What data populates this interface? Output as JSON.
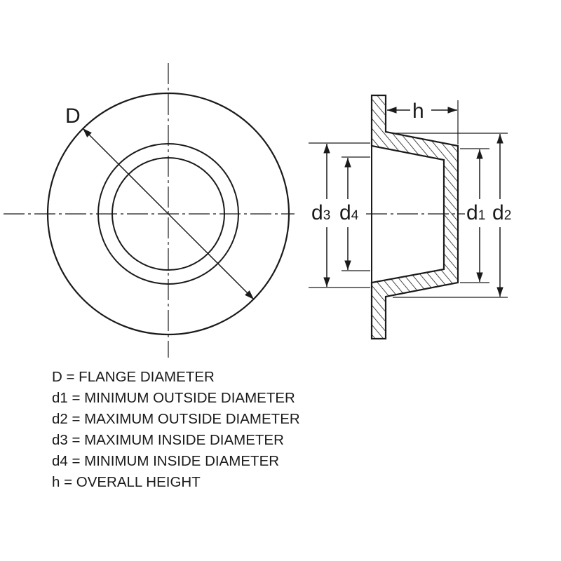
{
  "diagram": {
    "labels": {
      "D": "D",
      "h": "h",
      "d3_main": "d",
      "d3_sub": "3",
      "d4_main": "d",
      "d4_sub": "4",
      "d1_main": "d",
      "d1_sub": "1",
      "d2_main": "d",
      "d2_sub": "2"
    },
    "colors": {
      "line": "#1a1a1a",
      "background": "#ffffff"
    }
  },
  "legend": [
    {
      "text": "D = FLANGE DIAMETER"
    },
    {
      "text": "d1 = MINIMUM OUTSIDE DIAMETER"
    },
    {
      "text": "d2 = MAXIMUM OUTSIDE DIAMETER"
    },
    {
      "text": "d3 = MAXIMUM INSIDE DIAMETER"
    },
    {
      "text": "d4 = MINIMUM INSIDE DIAMETER"
    },
    {
      "text": "h = OVERALL HEIGHT"
    }
  ]
}
